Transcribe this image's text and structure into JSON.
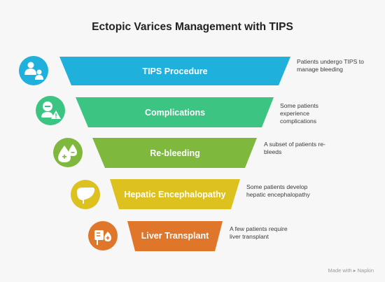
{
  "title": "Ectopic Varices Management with TIPS",
  "stages": [
    {
      "label": "TIPS Procedure",
      "description": "Patients undergo TIPS to manage bleeding",
      "color": "#1fb0dc",
      "icon": "patient-care-icon"
    },
    {
      "label": "Complications",
      "description": "Some patients experience complications",
      "color": "#3cc483",
      "icon": "person-warning-icon"
    },
    {
      "label": "Re-bleeding",
      "description": "A subset of patients re-bleeds",
      "color": "#7eb83c",
      "icon": "blood-drops-plus-minus-icon"
    },
    {
      "label": "Hepatic Encephalopathy",
      "description": "Some patients develop hepatic encephalopathy",
      "color": "#dcc11f",
      "icon": "liver-icon"
    },
    {
      "label": "Liver Transplant",
      "description": "A few patients require liver transplant",
      "color": "#e0762a",
      "icon": "transplant-box-icon"
    }
  ],
  "footer": "Made with ▸ Napkin"
}
